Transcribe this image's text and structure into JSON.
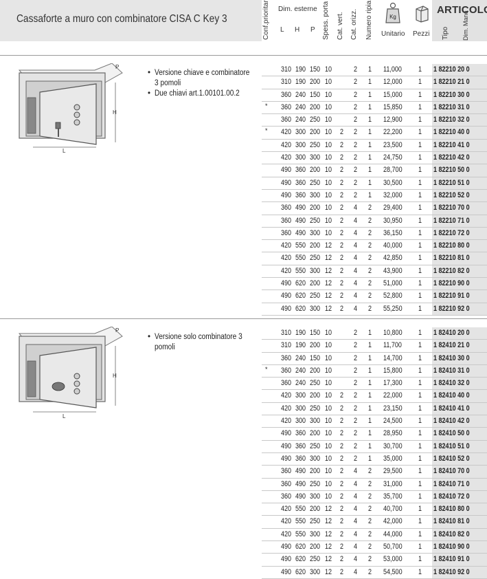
{
  "header": {
    "title": "Cassaforte a muro con combinatore CISA C Key 3",
    "col_conf": "Conf.prioritarie",
    "col_dim": "Dim. esterne",
    "col_l": "L",
    "col_h": "H",
    "col_p": "P",
    "col_spess": "Spess. porta",
    "col_cat_vert": "Cat. vert.",
    "col_cat_orizz": "Cat. orizz.",
    "col_ripiani": "Numero ripiani",
    "col_unitario": "Unitario",
    "col_pezzi": "Pezzi",
    "articolo": "ARTICOLO",
    "col_tipo": "Tipo",
    "col_dim_mano": "Dim. Mano",
    "weight_label": "Kg"
  },
  "illustration_labels": {
    "p": "P",
    "h": "H",
    "l": "L"
  },
  "section1": {
    "bullets": [
      [
        "Versione chiave e combinatore",
        "3 pomoli"
      ],
      [
        "Due chiavi art.1.00101.00.2"
      ]
    ],
    "rows": [
      {
        "star": "",
        "l": "310",
        "h": "190",
        "p": "150",
        "sp": "10",
        "cv": "",
        "co": "2",
        "nr": "1",
        "w": "11,000",
        "pz": "1",
        "tipo": "1 82210 20 0"
      },
      {
        "star": "",
        "l": "310",
        "h": "190",
        "p": "200",
        "sp": "10",
        "cv": "",
        "co": "2",
        "nr": "1",
        "w": "12,000",
        "pz": "1",
        "tipo": "1 82210 21 0"
      },
      {
        "star": "",
        "l": "360",
        "h": "240",
        "p": "150",
        "sp": "10",
        "cv": "",
        "co": "2",
        "nr": "1",
        "w": "15,000",
        "pz": "1",
        "tipo": "1 82210 30 0"
      },
      {
        "star": "*",
        "l": "360",
        "h": "240",
        "p": "200",
        "sp": "10",
        "cv": "",
        "co": "2",
        "nr": "1",
        "w": "15,850",
        "pz": "1",
        "tipo": "1 82210 31 0"
      },
      {
        "star": "",
        "l": "360",
        "h": "240",
        "p": "250",
        "sp": "10",
        "cv": "",
        "co": "2",
        "nr": "1",
        "w": "12,900",
        "pz": "1",
        "tipo": "1 82210 32 0"
      },
      {
        "star": "*",
        "l": "420",
        "h": "300",
        "p": "200",
        "sp": "10",
        "cv": "2",
        "co": "2",
        "nr": "1",
        "w": "22,200",
        "pz": "1",
        "tipo": "1 82210 40 0"
      },
      {
        "star": "",
        "l": "420",
        "h": "300",
        "p": "250",
        "sp": "10",
        "cv": "2",
        "co": "2",
        "nr": "1",
        "w": "23,500",
        "pz": "1",
        "tipo": "1 82210 41 0"
      },
      {
        "star": "",
        "l": "420",
        "h": "300",
        "p": "300",
        "sp": "10",
        "cv": "2",
        "co": "2",
        "nr": "1",
        "w": "24,750",
        "pz": "1",
        "tipo": "1 82210 42 0"
      },
      {
        "star": "",
        "l": "490",
        "h": "360",
        "p": "200",
        "sp": "10",
        "cv": "2",
        "co": "2",
        "nr": "1",
        "w": "28,700",
        "pz": "1",
        "tipo": "1 82210 50 0"
      },
      {
        "star": "",
        "l": "490",
        "h": "360",
        "p": "250",
        "sp": "10",
        "cv": "2",
        "co": "2",
        "nr": "1",
        "w": "30,500",
        "pz": "1",
        "tipo": "1 82210 51 0"
      },
      {
        "star": "",
        "l": "490",
        "h": "360",
        "p": "300",
        "sp": "10",
        "cv": "2",
        "co": "2",
        "nr": "1",
        "w": "32,000",
        "pz": "1",
        "tipo": "1 82210 52 0"
      },
      {
        "star": "",
        "l": "360",
        "h": "490",
        "p": "200",
        "sp": "10",
        "cv": "2",
        "co": "4",
        "nr": "2",
        "w": "29,400",
        "pz": "1",
        "tipo": "1 82210 70 0"
      },
      {
        "star": "",
        "l": "360",
        "h": "490",
        "p": "250",
        "sp": "10",
        "cv": "2",
        "co": "4",
        "nr": "2",
        "w": "30,950",
        "pz": "1",
        "tipo": "1 82210 71 0"
      },
      {
        "star": "",
        "l": "360",
        "h": "490",
        "p": "300",
        "sp": "10",
        "cv": "2",
        "co": "4",
        "nr": "2",
        "w": "36,150",
        "pz": "1",
        "tipo": "1 82210 72 0"
      },
      {
        "star": "",
        "l": "420",
        "h": "550",
        "p": "200",
        "sp": "12",
        "cv": "2",
        "co": "4",
        "nr": "2",
        "w": "40,000",
        "pz": "1",
        "tipo": "1 82210 80 0"
      },
      {
        "star": "",
        "l": "420",
        "h": "550",
        "p": "250",
        "sp": "12",
        "cv": "2",
        "co": "4",
        "nr": "2",
        "w": "42,850",
        "pz": "1",
        "tipo": "1 82210 81 0"
      },
      {
        "star": "",
        "l": "420",
        "h": "550",
        "p": "300",
        "sp": "12",
        "cv": "2",
        "co": "4",
        "nr": "2",
        "w": "43,900",
        "pz": "1",
        "tipo": "1 82210 82 0"
      },
      {
        "star": "",
        "l": "490",
        "h": "620",
        "p": "200",
        "sp": "12",
        "cv": "2",
        "co": "4",
        "nr": "2",
        "w": "51,000",
        "pz": "1",
        "tipo": "1 82210 90 0"
      },
      {
        "star": "",
        "l": "490",
        "h": "620",
        "p": "250",
        "sp": "12",
        "cv": "2",
        "co": "4",
        "nr": "2",
        "w": "52,800",
        "pz": "1",
        "tipo": "1 82210 91 0"
      },
      {
        "star": "",
        "l": "490",
        "h": "620",
        "p": "300",
        "sp": "12",
        "cv": "2",
        "co": "4",
        "nr": "2",
        "w": "55,250",
        "pz": "1",
        "tipo": "1 82210 92 0"
      }
    ]
  },
  "section2": {
    "bullets": [
      [
        "Versione solo combinatore 3",
        "pomoli"
      ]
    ],
    "rows": [
      {
        "star": "",
        "l": "310",
        "h": "190",
        "p": "150",
        "sp": "10",
        "cv": "",
        "co": "2",
        "nr": "1",
        "w": "10,800",
        "pz": "1",
        "tipo": "1 82410 20 0"
      },
      {
        "star": "",
        "l": "310",
        "h": "190",
        "p": "200",
        "sp": "10",
        "cv": "",
        "co": "2",
        "nr": "1",
        "w": "11,700",
        "pz": "1",
        "tipo": "1 82410 21 0"
      },
      {
        "star": "",
        "l": "360",
        "h": "240",
        "p": "150",
        "sp": "10",
        "cv": "",
        "co": "2",
        "nr": "1",
        "w": "14,700",
        "pz": "1",
        "tipo": "1 82410 30 0"
      },
      {
        "star": "*",
        "l": "360",
        "h": "240",
        "p": "200",
        "sp": "10",
        "cv": "",
        "co": "2",
        "nr": "1",
        "w": "15,800",
        "pz": "1",
        "tipo": "1 82410 31 0"
      },
      {
        "star": "",
        "l": "360",
        "h": "240",
        "p": "250",
        "sp": "10",
        "cv": "",
        "co": "2",
        "nr": "1",
        "w": "17,300",
        "pz": "1",
        "tipo": "1 82410 32 0"
      },
      {
        "star": "",
        "l": "420",
        "h": "300",
        "p": "200",
        "sp": "10",
        "cv": "2",
        "co": "2",
        "nr": "1",
        "w": "22,000",
        "pz": "1",
        "tipo": "1 82410 40 0"
      },
      {
        "star": "",
        "l": "420",
        "h": "300",
        "p": "250",
        "sp": "10",
        "cv": "2",
        "co": "2",
        "nr": "1",
        "w": "23,150",
        "pz": "1",
        "tipo": "1 82410 41 0"
      },
      {
        "star": "",
        "l": "420",
        "h": "300",
        "p": "300",
        "sp": "10",
        "cv": "2",
        "co": "2",
        "nr": "1",
        "w": "24,500",
        "pz": "1",
        "tipo": "1 82410 42 0"
      },
      {
        "star": "",
        "l": "490",
        "h": "360",
        "p": "200",
        "sp": "10",
        "cv": "2",
        "co": "2",
        "nr": "1",
        "w": "28,950",
        "pz": "1",
        "tipo": "1 82410 50 0"
      },
      {
        "star": "",
        "l": "490",
        "h": "360",
        "p": "250",
        "sp": "10",
        "cv": "2",
        "co": "2",
        "nr": "1",
        "w": "30,700",
        "pz": "1",
        "tipo": "1 82410 51 0"
      },
      {
        "star": "",
        "l": "490",
        "h": "360",
        "p": "300",
        "sp": "10",
        "cv": "2",
        "co": "2",
        "nr": "1",
        "w": "35,000",
        "pz": "1",
        "tipo": "1 82410 52 0"
      },
      {
        "star": "",
        "l": "360",
        "h": "490",
        "p": "200",
        "sp": "10",
        "cv": "2",
        "co": "4",
        "nr": "2",
        "w": "29,500",
        "pz": "1",
        "tipo": "1 82410 70 0"
      },
      {
        "star": "",
        "l": "360",
        "h": "490",
        "p": "250",
        "sp": "10",
        "cv": "2",
        "co": "4",
        "nr": "2",
        "w": "31,000",
        "pz": "1",
        "tipo": "1 82410 71 0"
      },
      {
        "star": "",
        "l": "360",
        "h": "490",
        "p": "300",
        "sp": "10",
        "cv": "2",
        "co": "4",
        "nr": "2",
        "w": "35,700",
        "pz": "1",
        "tipo": "1 82410 72 0"
      },
      {
        "star": "",
        "l": "420",
        "h": "550",
        "p": "200",
        "sp": "12",
        "cv": "2",
        "co": "4",
        "nr": "2",
        "w": "40,700",
        "pz": "1",
        "tipo": "1 82410 80 0"
      },
      {
        "star": "",
        "l": "420",
        "h": "550",
        "p": "250",
        "sp": "12",
        "cv": "2",
        "co": "4",
        "nr": "2",
        "w": "42,000",
        "pz": "1",
        "tipo": "1 82410 81 0"
      },
      {
        "star": "",
        "l": "420",
        "h": "550",
        "p": "300",
        "sp": "12",
        "cv": "2",
        "co": "4",
        "nr": "2",
        "w": "44,000",
        "pz": "1",
        "tipo": "1 82410 82 0"
      },
      {
        "star": "",
        "l": "490",
        "h": "620",
        "p": "200",
        "sp": "12",
        "cv": "2",
        "co": "4",
        "nr": "2",
        "w": "50,700",
        "pz": "1",
        "tipo": "1 82410 90 0"
      },
      {
        "star": "",
        "l": "490",
        "h": "620",
        "p": "250",
        "sp": "12",
        "cv": "2",
        "co": "4",
        "nr": "2",
        "w": "53,000",
        "pz": "1",
        "tipo": "1 82410 91 0"
      },
      {
        "star": "",
        "l": "490",
        "h": "620",
        "p": "300",
        "sp": "12",
        "cv": "2",
        "co": "4",
        "nr": "2",
        "w": "54,500",
        "pz": "1",
        "tipo": "1 82410 92 0"
      }
    ]
  }
}
